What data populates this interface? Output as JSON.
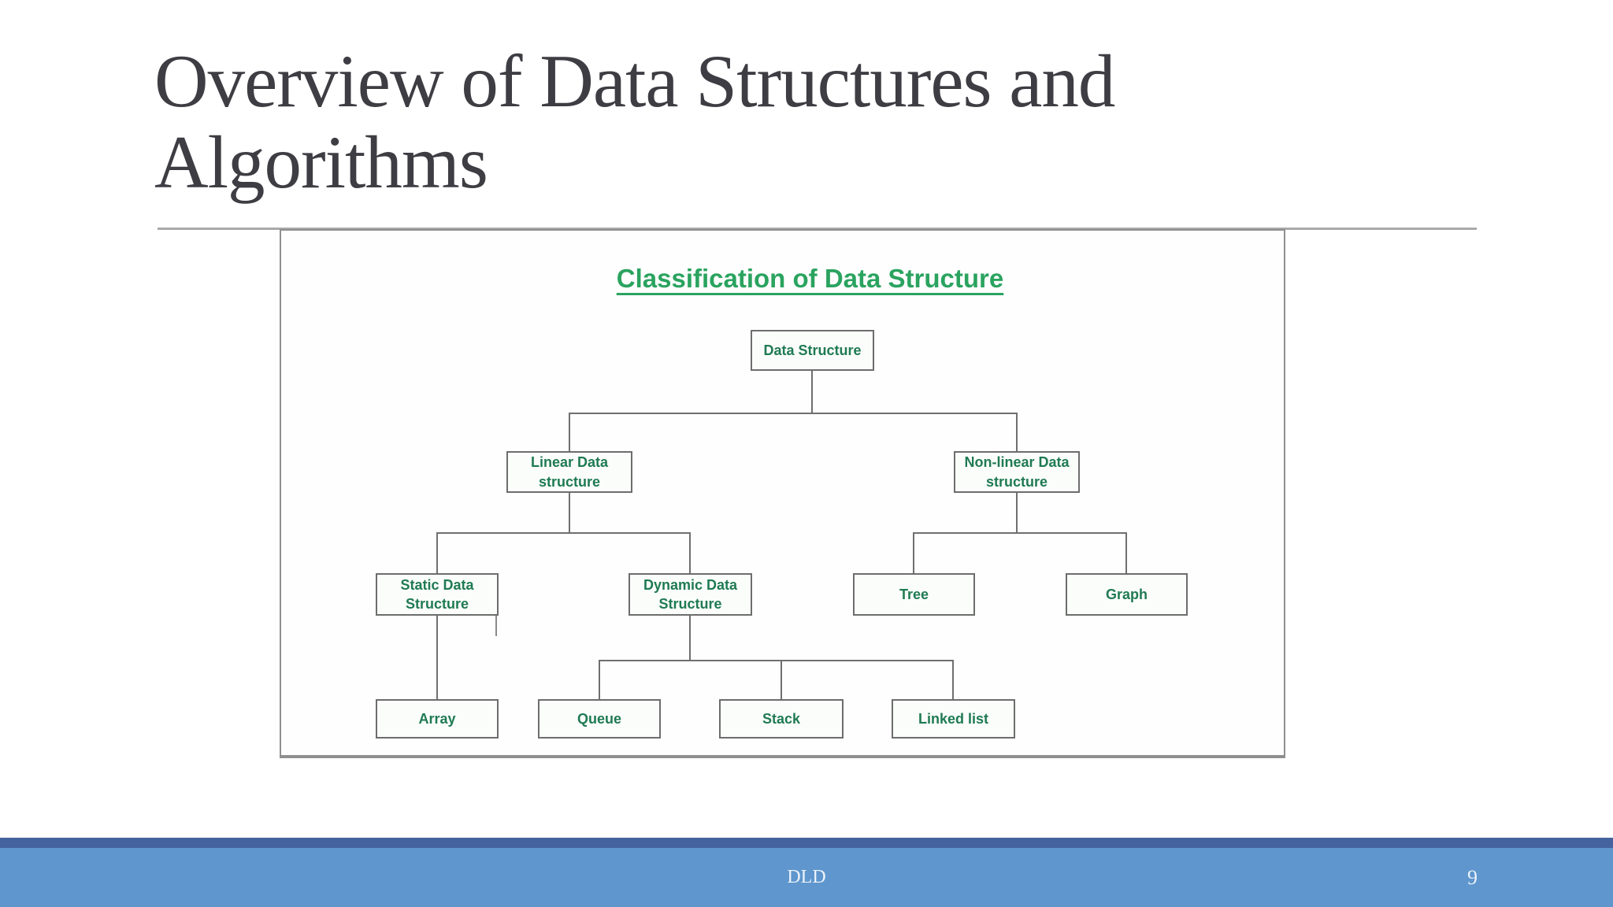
{
  "slide": {
    "title": "Overview of Data Structures and Algorithms",
    "title_lines": [
      "Overview of Data Structures and",
      "Algorithms"
    ],
    "footer": {
      "course_label": "DLD",
      "page_number": "9"
    }
  },
  "diagram": {
    "heading": "Classification of Data Structure",
    "nodes": {
      "root": "Data Structure",
      "linear": "Linear Data structure",
      "nonlinear": "Non-linear Data structure",
      "static": "Static Data Structure",
      "dynamic": "Dynamic Data Structure",
      "tree": "Tree",
      "graph": "Graph",
      "array": "Array",
      "queue": "Queue",
      "stack": "Stack",
      "linked_list": "Linked list"
    },
    "hierarchy": {
      "Data Structure": {
        "Linear Data structure": {
          "Static Data Structure": [
            "Array"
          ],
          "Dynamic Data Structure": [
            "Queue",
            "Stack",
            "Linked list"
          ]
        },
        "Non-linear Data structure": {
          "Tree": [],
          "Graph": []
        }
      }
    }
  },
  "colors": {
    "title_gray": "#3d3d43",
    "divider_gray": "#a9a9a9",
    "frame_border_gray": "#8f8f8f",
    "heading_green": "#2aa35f",
    "node_text_green": "#1f7a52",
    "node_border_gray": "#6d6d6d",
    "connector_gray": "#6f6f6f",
    "footer_stripe_blue": "#45639f",
    "footer_band_blue": "#5e96cd",
    "footer_text": "#edf3f9"
  }
}
